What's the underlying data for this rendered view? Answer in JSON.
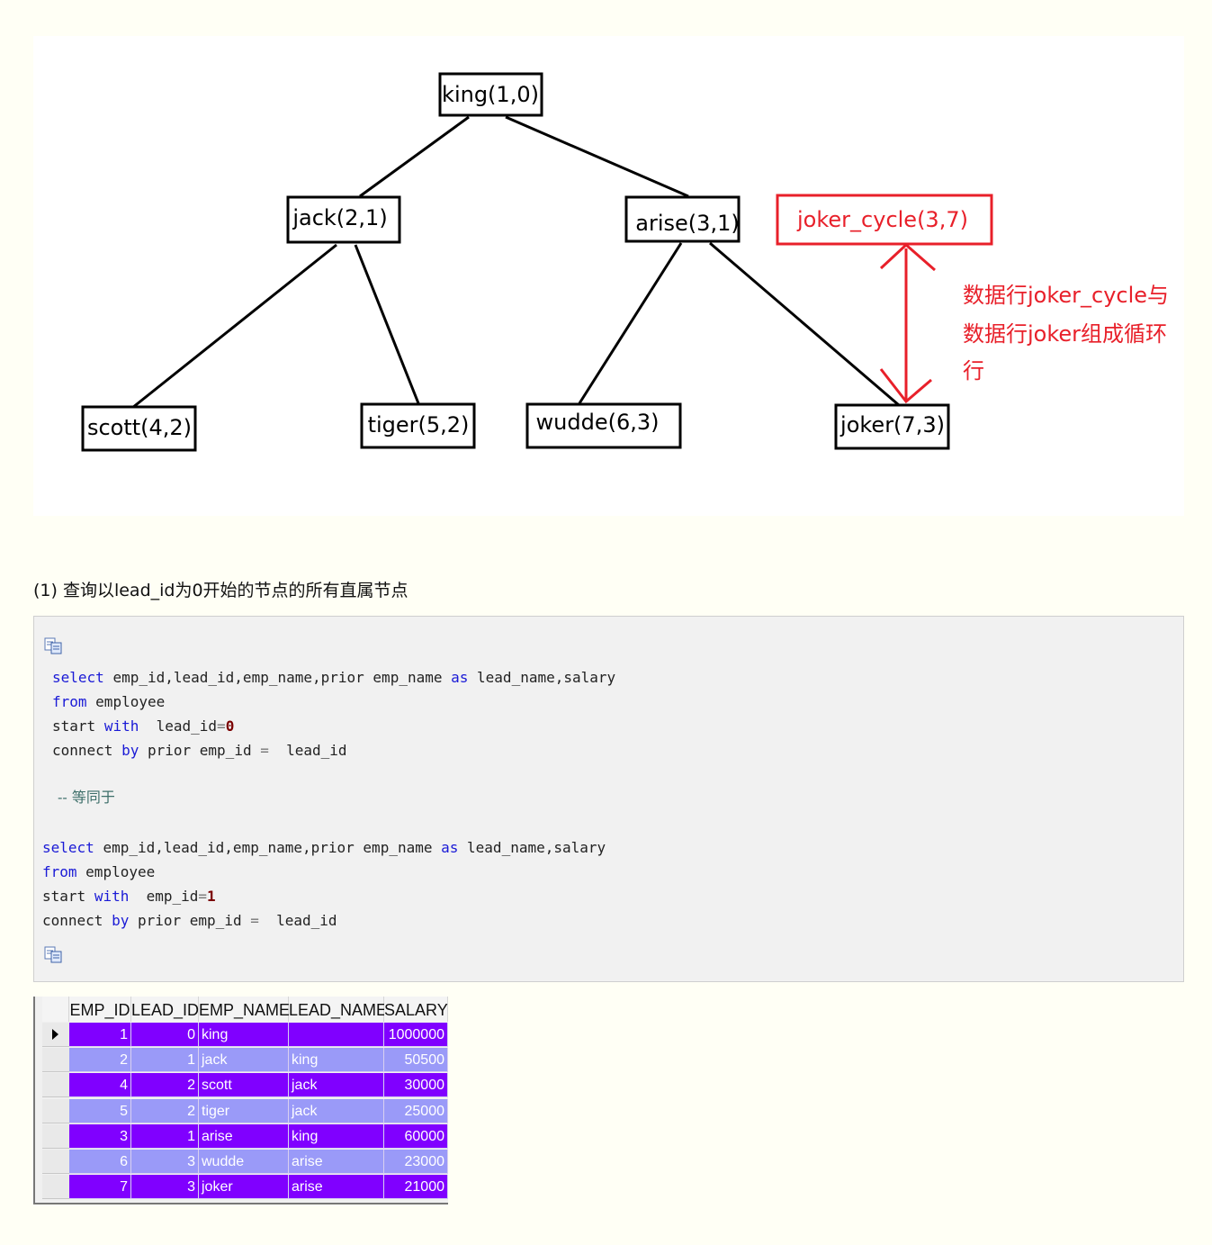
{
  "diagram": {
    "nodes": [
      {
        "id": "king",
        "label": "king(1,0)"
      },
      {
        "id": "jack",
        "label": "jack(2,1)"
      },
      {
        "id": "arise",
        "label": "arise(3,1)"
      },
      {
        "id": "joker_cycle",
        "label": "joker_cycle(3,7)"
      },
      {
        "id": "scott",
        "label": "scott(4,2)"
      },
      {
        "id": "tiger",
        "label": "tiger(5,2)"
      },
      {
        "id": "wudde",
        "label": "wudde(6,3)"
      },
      {
        "id": "joker",
        "label": "joker(7,3)"
      }
    ],
    "edges": [
      [
        "king",
        "jack"
      ],
      [
        "king",
        "arise"
      ],
      [
        "jack",
        "scott"
      ],
      [
        "jack",
        "tiger"
      ],
      [
        "arise",
        "wudde"
      ],
      [
        "arise",
        "joker"
      ]
    ],
    "cycle_link": [
      "joker_cycle",
      "joker"
    ],
    "annotation_lines": [
      "数据行joker_cycle与",
      "数据行joker组成循环",
      "行"
    ],
    "colors": {
      "cycle": "#e8202a",
      "node": "#000000"
    }
  },
  "section_heading": "(1) 查询以lead_id为0开始的节点的所有直属节点",
  "code": {
    "copy_icon": "copy-icon",
    "block1": {
      "l1_kw1": "select",
      "l1_a": "emp_id,lead_id,emp_name,prior emp_name",
      "l1_kw2": "as",
      "l1_b": "lead_name,salary",
      "l2_kw": "from",
      "l2_a": "employee",
      "l3_a": "start",
      "l3_kw": "with",
      "l3_b": "lead_id",
      "l3_op": "=",
      "l3_num": "0",
      "l4_a": "connect",
      "l4_kw": "by",
      "l4_b": "prior emp_id",
      "l4_op": "=",
      "l4_c": "lead_id"
    },
    "comment": "-- 等同于",
    "block2": {
      "l1_kw1": "select",
      "l1_a": "emp_id,lead_id,emp_name,prior emp_name",
      "l1_kw2": "as",
      "l1_b": "lead_name,salary",
      "l2_kw": "from",
      "l2_a": "employee",
      "l3_a": "start",
      "l3_kw": "with",
      "l3_b": "emp_id",
      "l3_op": "=",
      "l3_num": "1",
      "l4_a": "connect",
      "l4_kw": "by",
      "l4_b": "prior emp_id",
      "l4_op": "=",
      "l4_c": "lead_id"
    }
  },
  "result_table": {
    "columns": [
      "EMP_ID",
      "LEAD_ID",
      "EMP_NAME",
      "LEAD_NAME",
      "SALARY"
    ],
    "rows": [
      [
        "1",
        "0",
        "king",
        "",
        "1000000"
      ],
      [
        "2",
        "1",
        "jack",
        "king",
        "50500"
      ],
      [
        "4",
        "2",
        "scott",
        "jack",
        "30000"
      ],
      [
        "5",
        "2",
        "tiger",
        "jack",
        "25000"
      ],
      [
        "3",
        "1",
        "arise",
        "king",
        "60000"
      ],
      [
        "6",
        "3",
        "wudde",
        "arise",
        "23000"
      ],
      [
        "7",
        "3",
        "joker",
        "arise",
        "21000"
      ]
    ],
    "row_colors": [
      "#8000ff",
      "#9a9af8"
    ]
  }
}
